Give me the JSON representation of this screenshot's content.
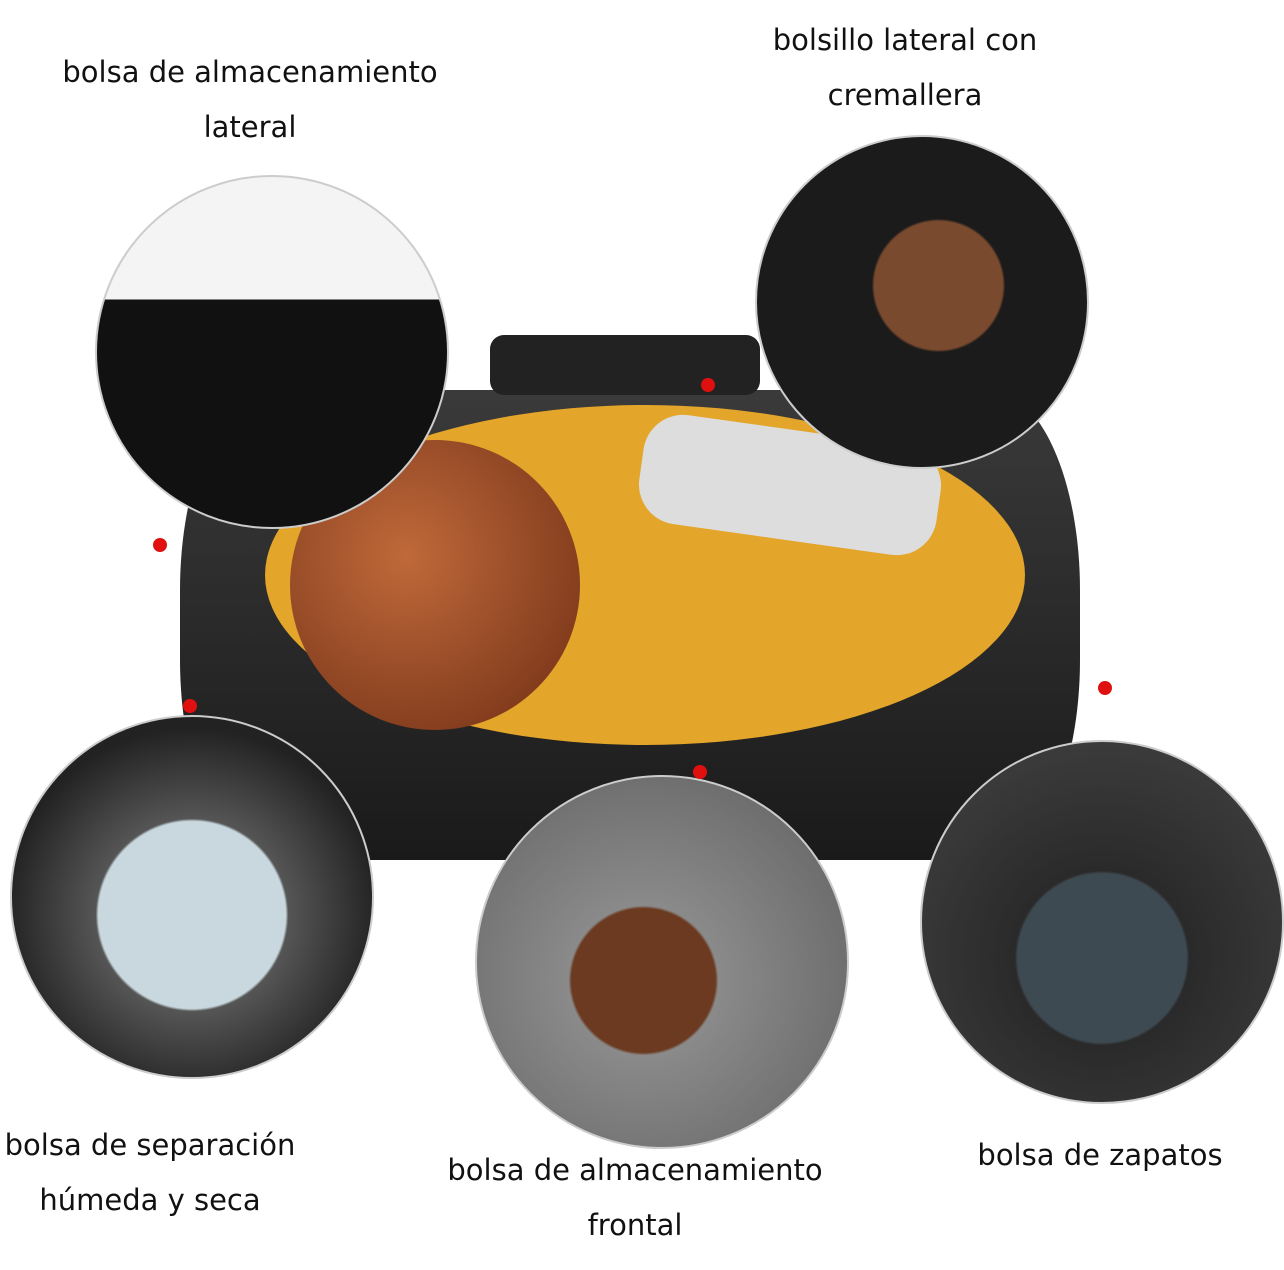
{
  "labels": {
    "side_storage": {
      "line1": "bolsa de almacenamiento",
      "line2": "lateral"
    },
    "side_zip_pocket": {
      "line1": "bolsillo lateral con",
      "line2": "cremallera"
    },
    "wet_dry": {
      "line1": "bolsa de separación",
      "line2": "húmeda y seca"
    },
    "front_storage": {
      "line1": "bolsa de almacenamiento",
      "line2": "frontal"
    },
    "shoes": {
      "line1": "bolsa de zapatos"
    }
  },
  "colors": {
    "marker": "#e01010",
    "bag": "#2a2a2a",
    "lining": "#e3a52a"
  }
}
